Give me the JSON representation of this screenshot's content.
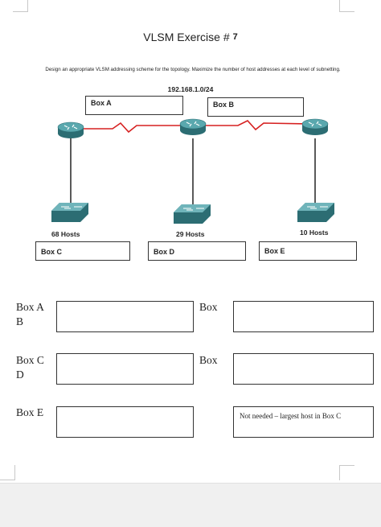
{
  "header": {
    "title": "VLSM Exercise #",
    "exercise_number": "7",
    "instructions": "Design an appropriate VLSM addressing scheme for the topology.  Maximize the number of host addresses at each level of subnetting."
  },
  "topology": {
    "network": "192.168.1.0/24",
    "wan_boxes": [
      "Box A",
      "Box B"
    ],
    "lan_hosts": [
      "68 Hosts",
      "29 Hosts",
      "10 Hosts"
    ],
    "lan_boxes": [
      "Box C",
      "Box D",
      "Box E"
    ]
  },
  "answers": {
    "box_a_label": "Box A\nB",
    "box_b_label": "Box",
    "box_c_label": "Box C\nD",
    "box_d_label": "Box",
    "box_e_label": "Box E",
    "note": "Not needed – largest host in Box C"
  },
  "colors": {
    "serial_link": "#d62020",
    "router": "#3f8f96",
    "switch": "#4f9aa0"
  }
}
